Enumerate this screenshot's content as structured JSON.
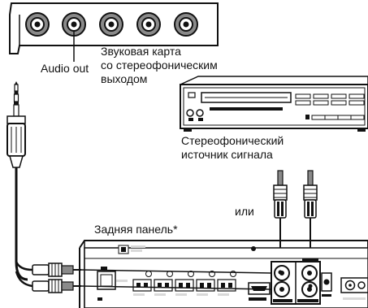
{
  "labels": {
    "audio_out": "Audio out",
    "sound_card": "Звуковая карта\nсо стереофоническим\nвыходом",
    "stereo_source": "Стереофонический\nисточник сигнала",
    "or": "или",
    "rear_panel": "Задняя панель*"
  },
  "colors": {
    "ink": "#111111",
    "gray": "#8a8a8a",
    "light": "#d9d9d9",
    "panel": "#f2f2f2"
  }
}
